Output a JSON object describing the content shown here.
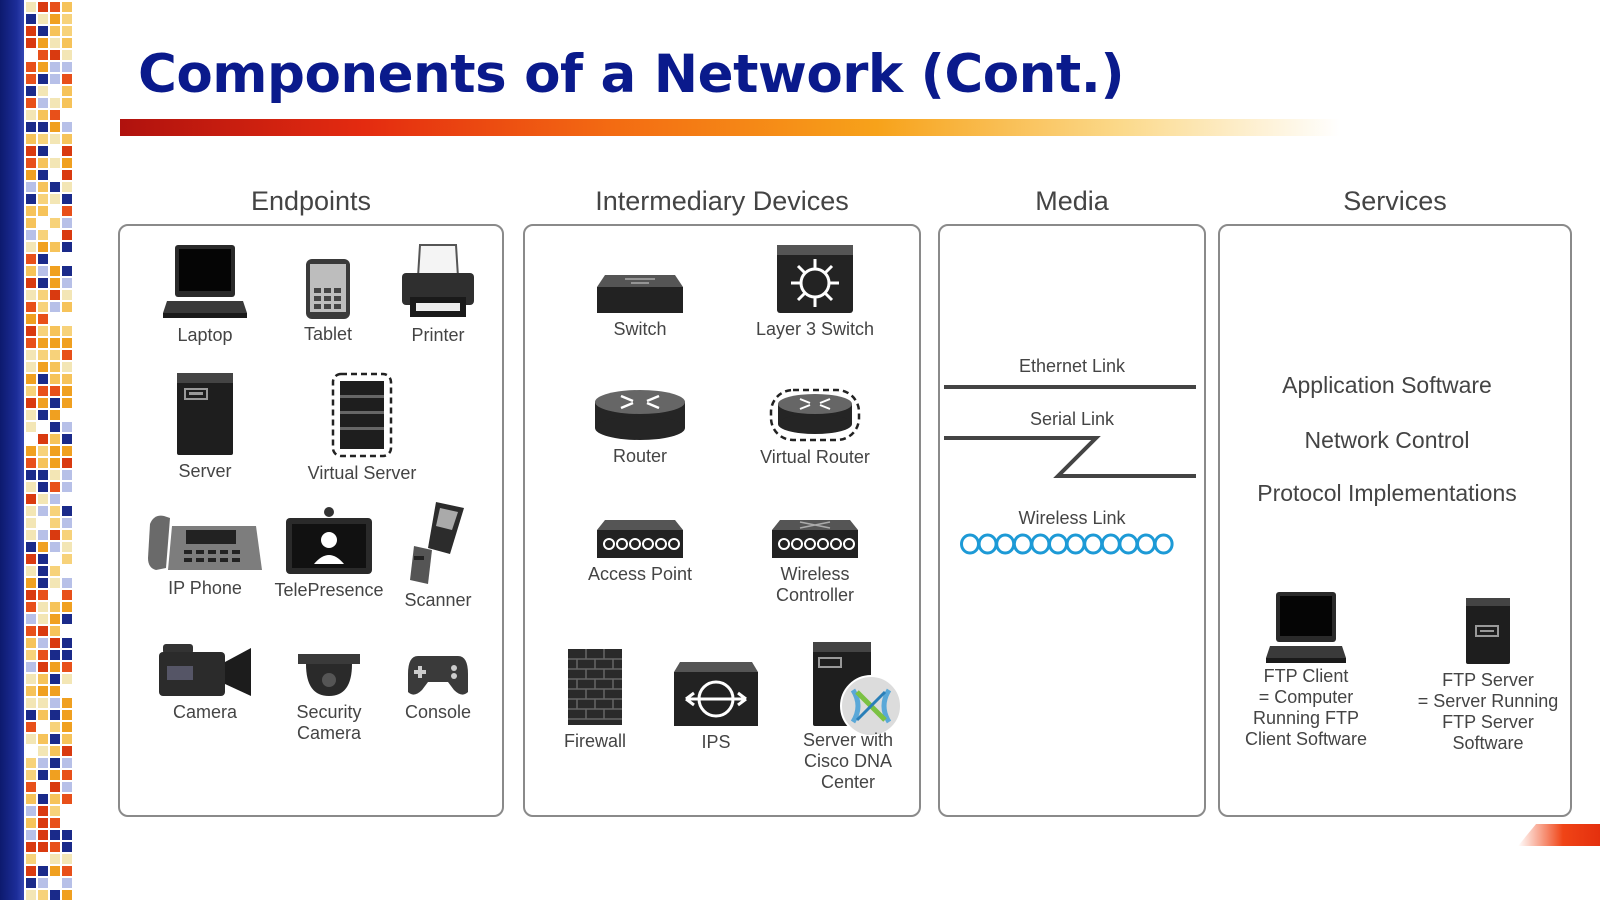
{
  "slide": {
    "title": "Components of a Network (Cont.)",
    "colors": {
      "title": "#0a1a8c",
      "accent_red": "#e42b10",
      "accent_orange": "#f7a21a",
      "icon_dark": "#1e1e1e"
    }
  },
  "sections": {
    "endpoints": {
      "title": "Endpoints",
      "items": [
        {
          "icon": "laptop-icon",
          "label": "Laptop"
        },
        {
          "icon": "tablet-icon",
          "label": "Tablet"
        },
        {
          "icon": "printer-icon",
          "label": "Printer"
        },
        {
          "icon": "server-icon",
          "label": "Server"
        },
        {
          "icon": "virtual-server-icon",
          "label": "Virtual Server"
        },
        {
          "icon": "ip-phone-icon",
          "label": "IP Phone"
        },
        {
          "icon": "telepresence-icon",
          "label": "TelePresence"
        },
        {
          "icon": "scanner-icon",
          "label": "Scanner"
        },
        {
          "icon": "camera-icon",
          "label": "Camera"
        },
        {
          "icon": "security-camera-icon",
          "label": "Security\nCamera"
        },
        {
          "icon": "console-icon",
          "label": "Console"
        }
      ]
    },
    "intermediary": {
      "title": "Intermediary Devices",
      "items": [
        {
          "icon": "switch-icon",
          "label": "Switch"
        },
        {
          "icon": "layer3-switch-icon",
          "label": "Layer 3 Switch"
        },
        {
          "icon": "router-icon",
          "label": "Router"
        },
        {
          "icon": "virtual-router-icon",
          "label": "Virtual Router"
        },
        {
          "icon": "access-point-icon",
          "label": "Access Point"
        },
        {
          "icon": "wireless-controller-icon",
          "label": "Wireless\nController"
        },
        {
          "icon": "firewall-icon",
          "label": "Firewall"
        },
        {
          "icon": "ips-icon",
          "label": "IPS"
        },
        {
          "icon": "cisco-dna-server-icon",
          "label": "Server with\nCisco DNA\nCenter"
        }
      ]
    },
    "media": {
      "title": "Media",
      "links": [
        {
          "icon": "ethernet-link-icon",
          "label": "Ethernet Link"
        },
        {
          "icon": "serial-link-icon",
          "label": "Serial Link"
        },
        {
          "icon": "wireless-link-icon",
          "label": "Wireless Link"
        }
      ]
    },
    "services": {
      "title": "Services",
      "lines": [
        "Application Software",
        "Network Control",
        "Protocol Implementations"
      ],
      "items": [
        {
          "icon": "ftp-client-laptop-icon",
          "label": "FTP Client\n= Computer\nRunning FTP\nClient Software"
        },
        {
          "icon": "ftp-server-icon",
          "label": "FTP Server\n= Server Running\nFTP Server\nSoftware"
        }
      ]
    }
  }
}
